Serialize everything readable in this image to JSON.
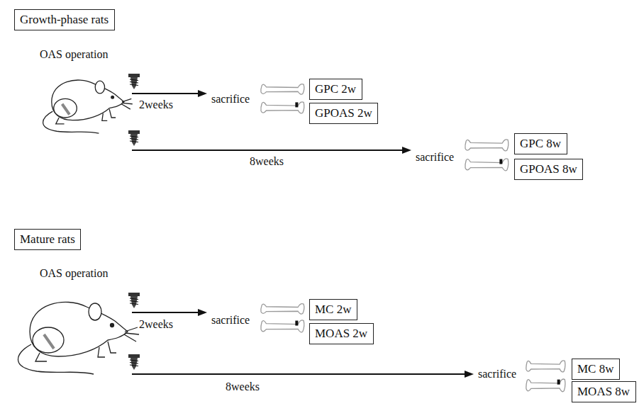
{
  "diagram": {
    "nodes": [
      {
        "text": [
          "Growth-phase rats"
        ]
      },
      {
        "text": [
          "GPC 2w"
        ]
      },
      {
        "text": [
          "GPOAS 2w"
        ]
      },
      {
        "text": [
          "GPC 8w"
        ]
      },
      {
        "text": [
          "GPOAS 8w"
        ]
      },
      {
        "text": [
          "Mature rats"
        ]
      },
      {
        "text": [
          "MC 2w"
        ]
      },
      {
        "text": [
          "MOAS 2w"
        ]
      },
      {
        "text": [
          "MC 8w"
        ]
      },
      {
        "text": [
          "MOAS 8w"
        ]
      }
    ],
    "labels": [
      "OAS operation",
      "2weeks",
      "sacrifice",
      "8weeks",
      "sacrifice",
      "OAS operation",
      "2weeks",
      "sacrifice",
      "8weeks",
      "sacrifice"
    ]
  }
}
